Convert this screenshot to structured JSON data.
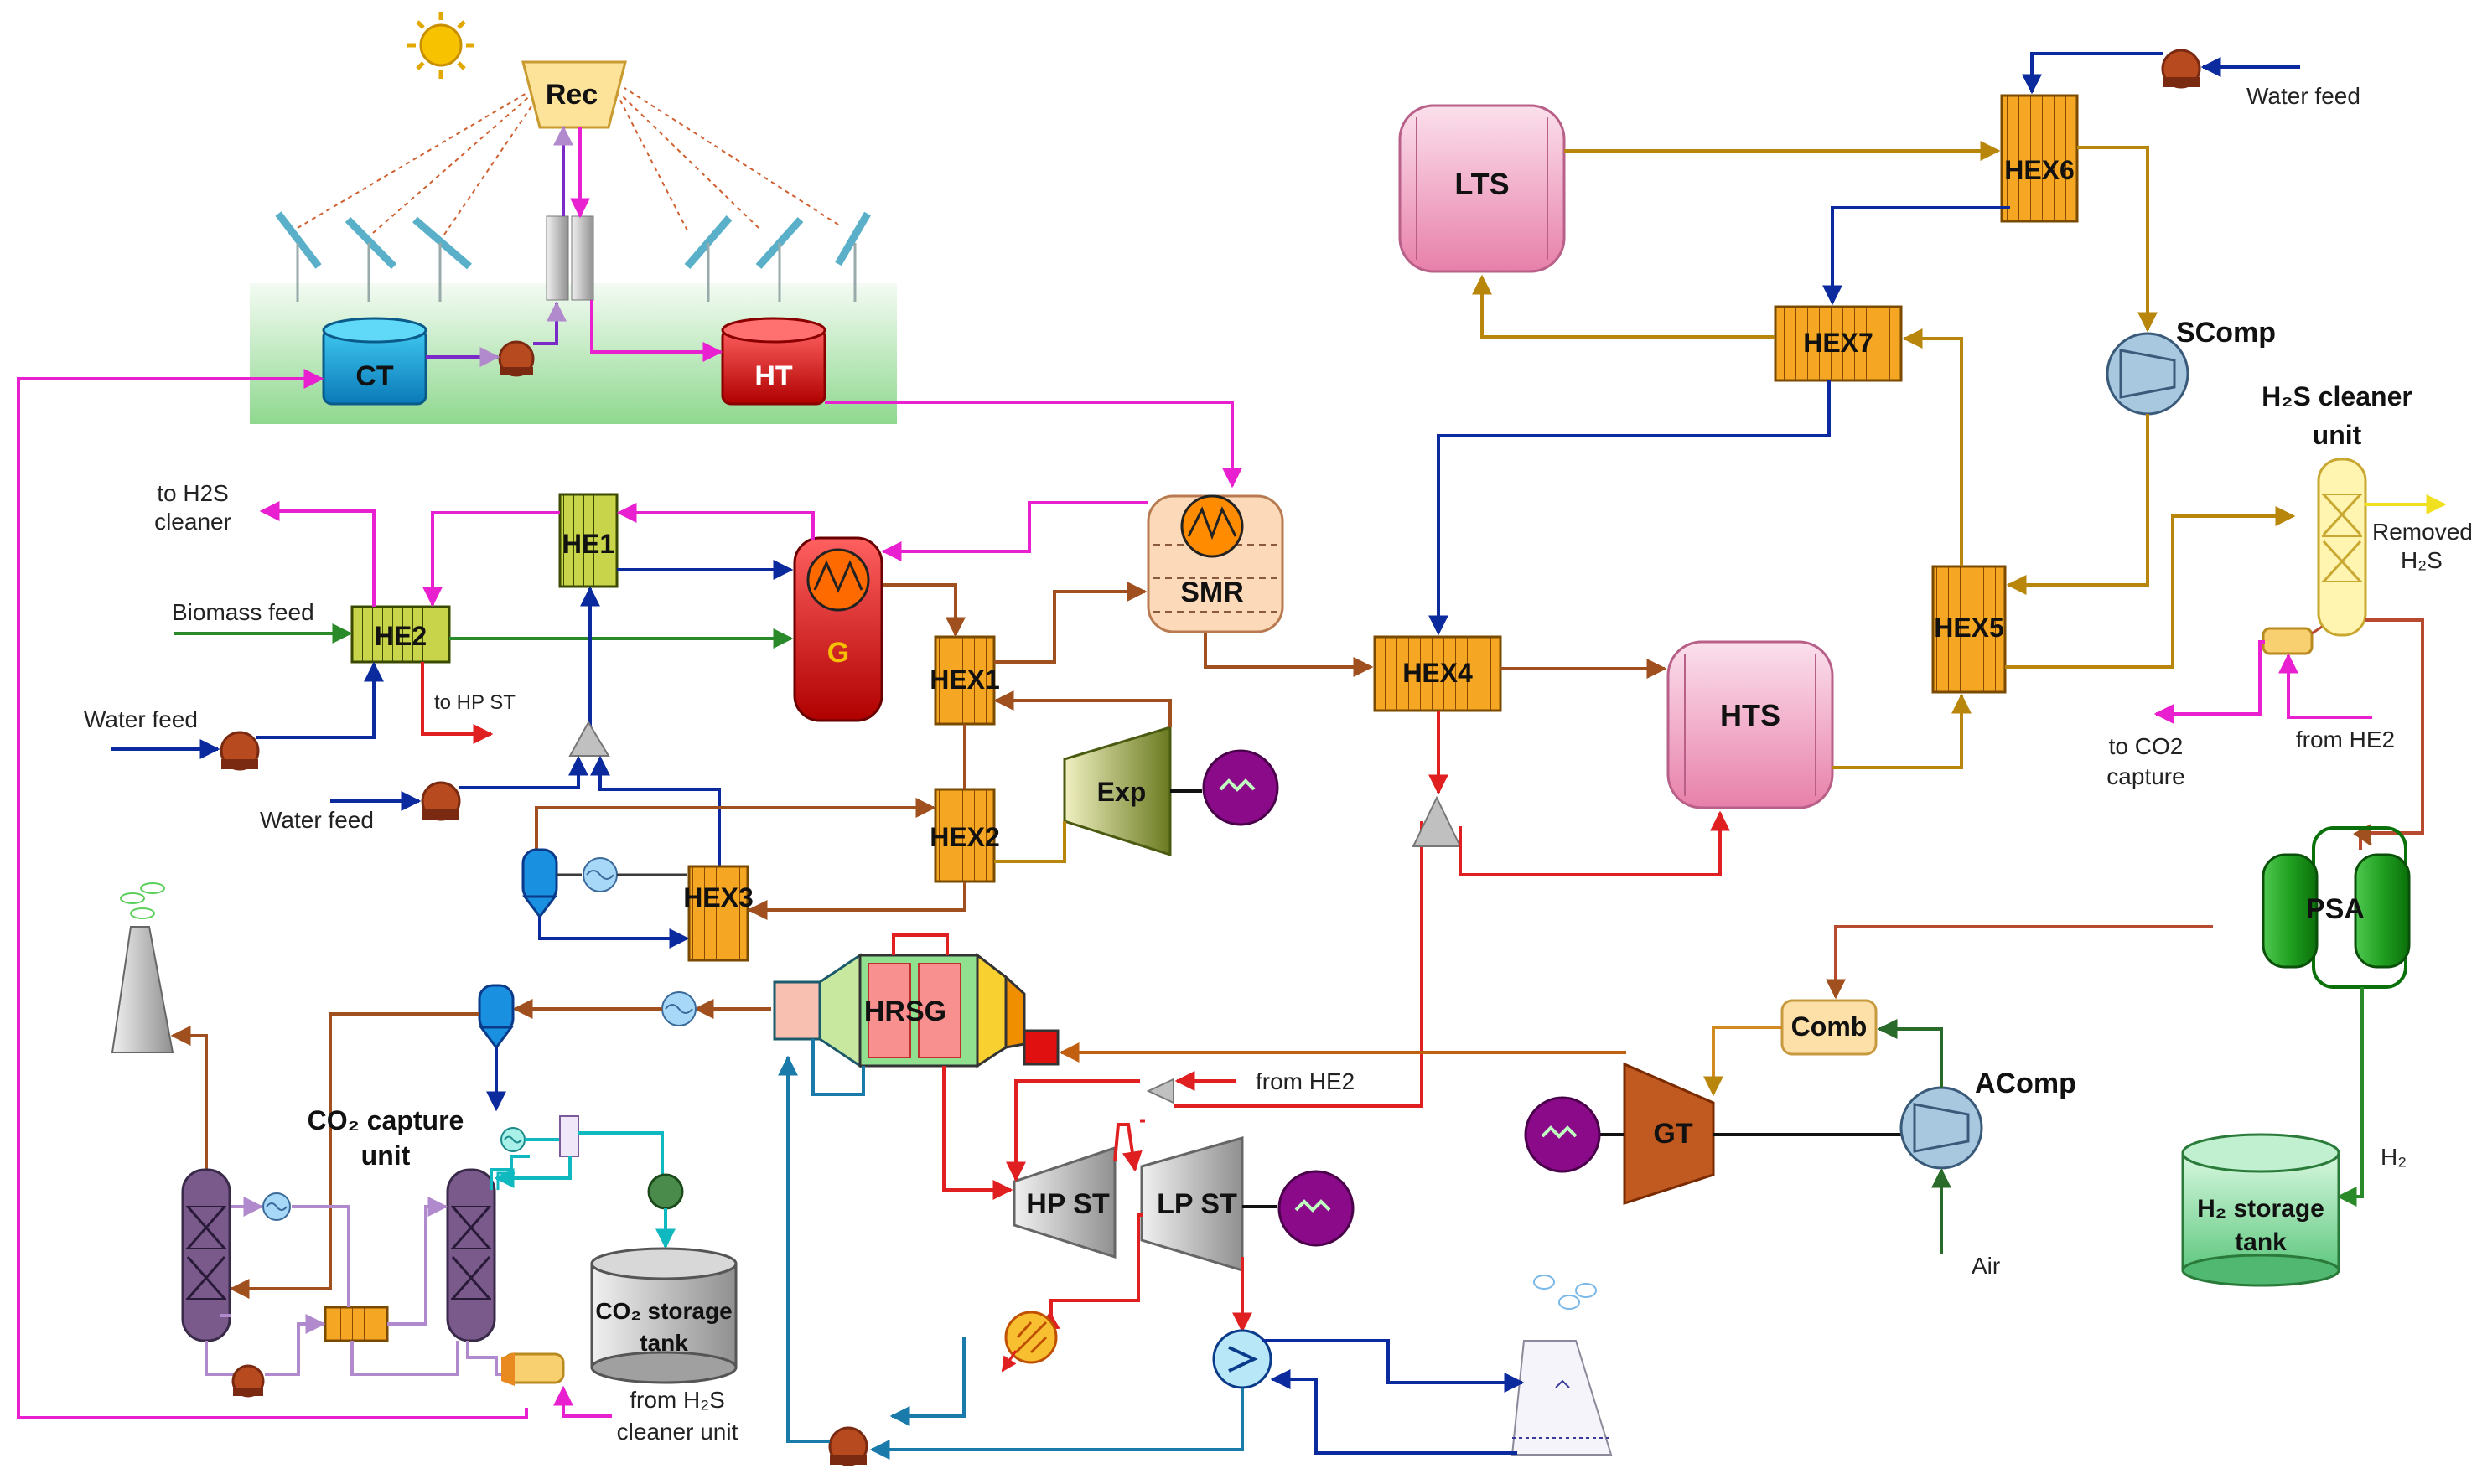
{
  "units": {
    "rec": "Rec",
    "ct": "CT",
    "ht": "HT",
    "lts": "LTS",
    "hts": "HTS",
    "smr": "SMR",
    "g": "G",
    "exp": "Exp",
    "hrsg": "HRSG",
    "hp_st": "HP ST",
    "lp_st": "LP ST",
    "gt": "GT",
    "comb": "Comb",
    "psa": "PSA",
    "scomp": "SComp",
    "acomp": "AComp",
    "he1": "HE1",
    "he2": "HE2",
    "hex1": "HEX1",
    "hex2": "HEX2",
    "hex3": "HEX3",
    "hex4": "HEX4",
    "hex5": "HEX5",
    "hex6": "HEX6",
    "hex7": "HEX7",
    "h2s_cleaner_title": "H₂S cleaner",
    "h2s_cleaner_unit": "unit",
    "co2_capture_title": "CO₂ capture",
    "co2_capture_unit": "unit",
    "h2_storage_title": "H₂ storage",
    "h2_storage_tank": "tank",
    "co2_storage_title": "CO₂ storage",
    "co2_storage_tank": "tank"
  },
  "labels": {
    "water_feed_top": "Water feed",
    "water_feed_left": "Water feed",
    "water_feed_mid": "Water feed",
    "biomass_feed": "Biomass feed",
    "to_h2s_cleaner_1": "to H2S",
    "to_h2s_cleaner_2": "cleaner",
    "to_hp_st": "to HP ST",
    "removed_h2s_1": "Removed",
    "removed_h2s_2": "H₂S",
    "to_co2_capture_1": "to CO2",
    "to_co2_capture_2": "capture",
    "from_he2_right": "from HE2",
    "from_he2_mid": "from HE2",
    "h2": "H₂",
    "air": "Air",
    "from_h2s_cleaner_1": "from H₂S",
    "from_h2s_cleaner_2": "cleaner unit"
  },
  "colors": {
    "water": "#0a2a9e",
    "salt_hot": "#e820d0",
    "syngas": "#a0501e",
    "steam_hot": "#e02020",
    "hex_fill": "#f5a623",
    "biomass": "#2a8a2a",
    "h2s": "#f0e020",
    "co2_loop": "#b08acc",
    "cooling": "#1a7aaa",
    "brownish": "#b8860b"
  }
}
